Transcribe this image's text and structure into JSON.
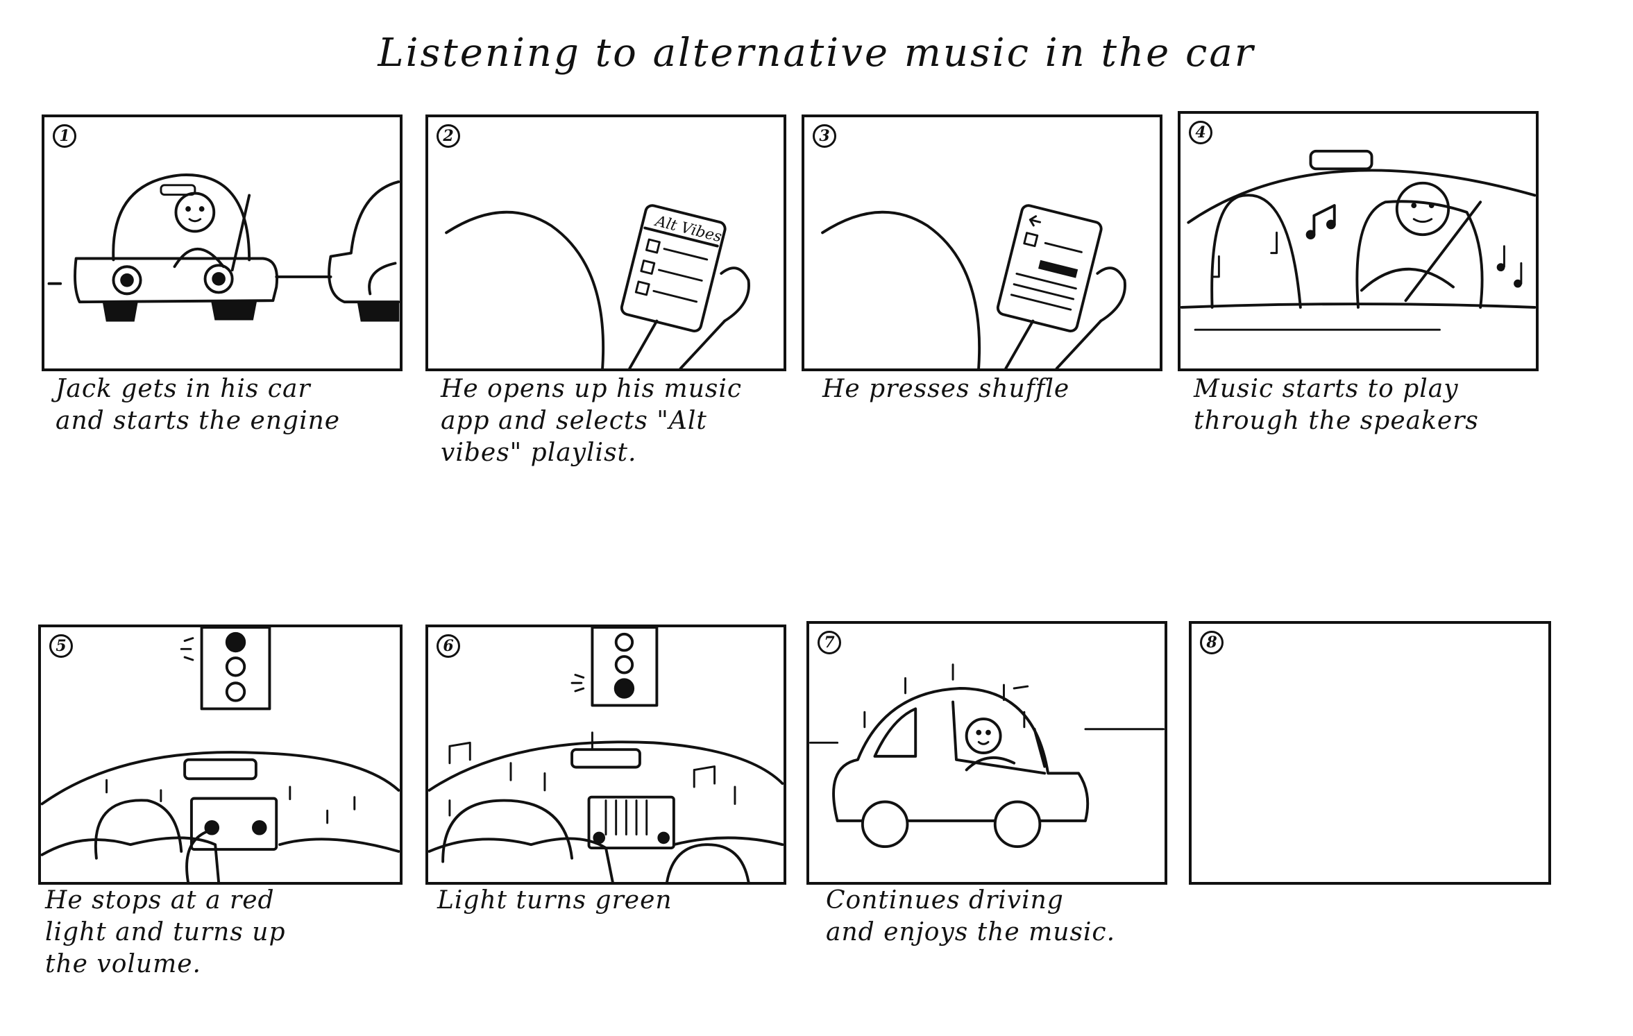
{
  "title": "Listening to alternative music in the car",
  "panels": [
    {
      "number": "1",
      "caption": "Jack gets in his car\nand starts the engine"
    },
    {
      "number": "2",
      "caption": "He opens up his music\napp and selects \"Alt\nvibes\" playlist.",
      "screen_text": "Alt Vibes"
    },
    {
      "number": "3",
      "caption": "He presses shuffle"
    },
    {
      "number": "4",
      "caption": "Music starts to play\nthrough the speakers"
    },
    {
      "number": "5",
      "caption": "He stops at a red\nlight and turns up\nthe volume."
    },
    {
      "number": "6",
      "caption": "Light turns green"
    },
    {
      "number": "7",
      "caption": "Continues driving\nand enjoys the music."
    },
    {
      "number": "8",
      "caption": ""
    }
  ]
}
